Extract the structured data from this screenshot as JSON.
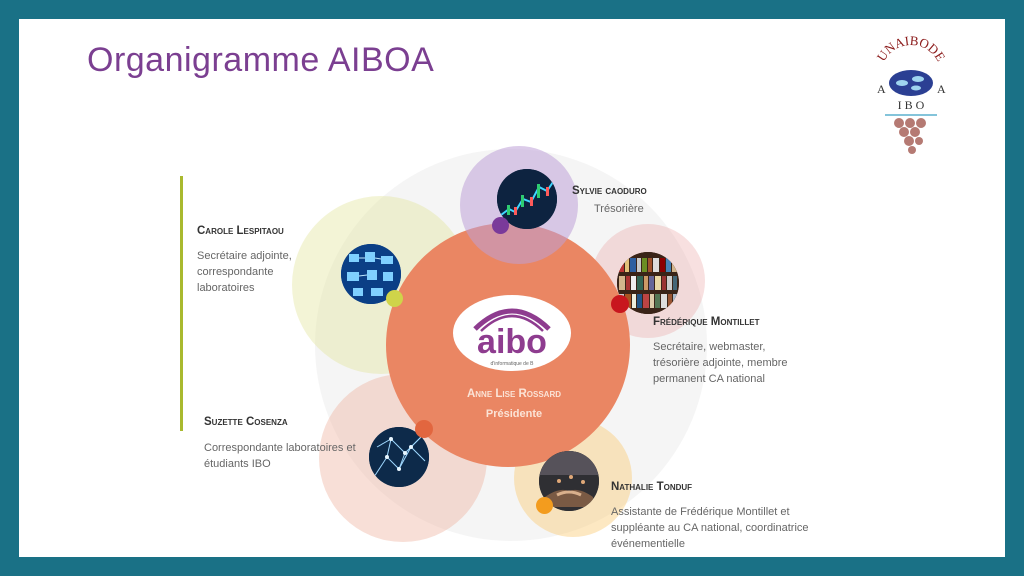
{
  "title": "Organigramme AIBOA",
  "corner_logo": {
    "top_text": "UNAIBODE",
    "side_left": "A",
    "side_right": "A",
    "mid_text": "I B O"
  },
  "center": {
    "logo_text": "aibo",
    "logo_subtext": "d'informatique de B",
    "name": "Anne Lise Rossard",
    "role": "Présidente"
  },
  "members": {
    "sylvie": {
      "name": "Sylvie caoduro",
      "role": "Trésorière",
      "dot_color": "#7a3a9a"
    },
    "carole": {
      "name": "Carole Lespitaou",
      "role": "Secrétaire adjointe, correspondante laboratoires",
      "dot_color": "#cfd44a"
    },
    "frederique": {
      "name": "Frédérique Montillet",
      "role": "Secrétaire, webmaster, trésorière adjointe, membre permanent CA national",
      "dot_color": "#c8161e"
    },
    "suzette": {
      "name": "Suzette Cosenza",
      "role": "Correspondante laboratoires et étudiants IBO",
      "dot_color": "#e2663f"
    },
    "nathalie": {
      "name": "Nathalie Tonduf",
      "role": "Assistante de Frédérique Montillet et suppléante au CA national, coordinatrice événementielle",
      "dot_color": "#f39c1e"
    }
  },
  "colors": {
    "frame": "#1a7186",
    "title": "#7b3f91",
    "accent_bar": "#a9b92e",
    "center_circle": "#ea8663"
  }
}
